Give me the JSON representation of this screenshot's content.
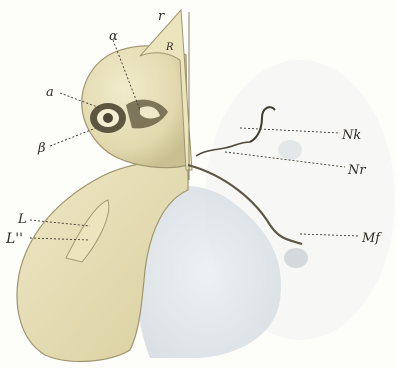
{
  "figure": {
    "paper_color": "#fdfdfa",
    "ink_color": "#2e2a24",
    "bone_color": "#e6dfb8",
    "shadow_color": "#b9b08a",
    "cartilage_color": "#dde3e8"
  },
  "labels": {
    "r": "r",
    "R": "R",
    "alpha": "α",
    "a": "a",
    "beta": "β",
    "Nk": "Nk",
    "Nr": "Nr",
    "L": "L",
    "Ldouble": "L''",
    "Mf": "Mf"
  }
}
